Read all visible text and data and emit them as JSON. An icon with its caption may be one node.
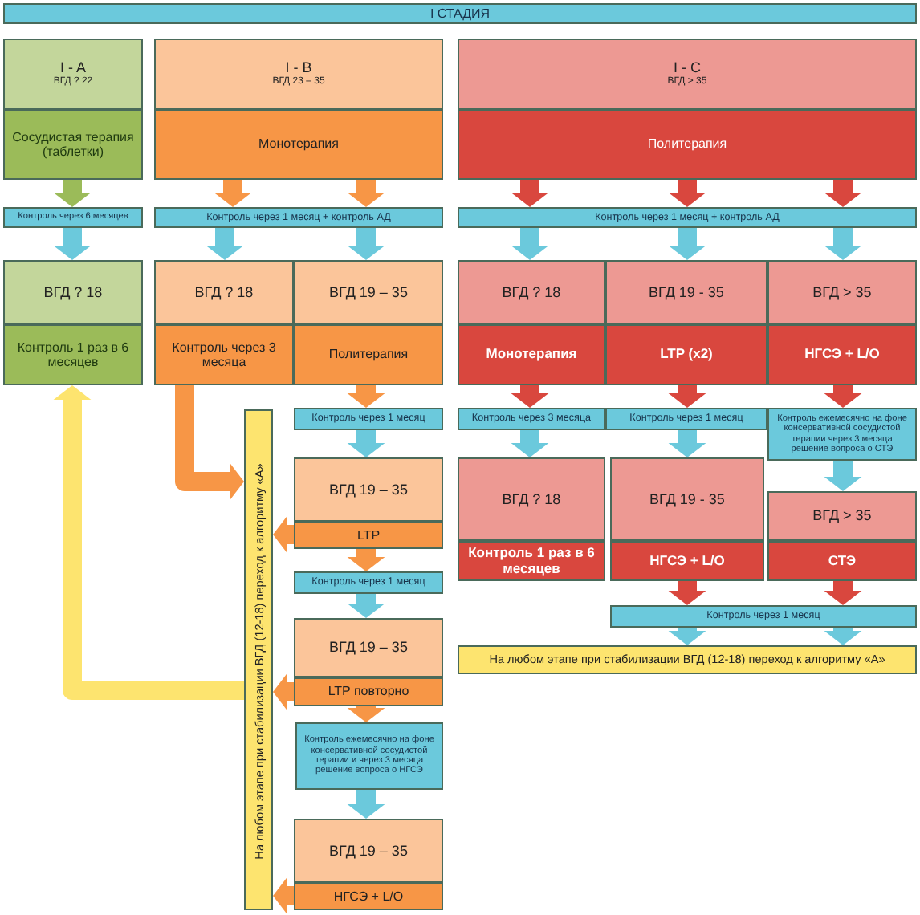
{
  "diagram": {
    "nodes": [
      {
        "text": [
          "I СТАДИЯ"
        ]
      },
      {
        "text": [
          "I - A",
          "ВГД ? 22"
        ]
      },
      {
        "text": [
          "Сосудистая терапия (таблетки)"
        ]
      },
      {
        "text": [
          "I - B",
          "ВГД 23 – 35"
        ]
      },
      {
        "text": [
          "Монотерапия"
        ]
      },
      {
        "text": [
          "I - C",
          "ВГД > 35"
        ]
      },
      {
        "text": [
          "Политерапия"
        ]
      },
      {
        "text": [
          "Контроль через 6 месяцев"
        ]
      },
      {
        "text": [
          "Контроль через 1 месяц + контроль АД"
        ]
      },
      {
        "text": [
          "Контроль через 1 месяц + контроль АД"
        ]
      },
      {
        "text": [
          "ВГД ? 18"
        ]
      },
      {
        "text": [
          "Контроль 1 раз в 6 месяцев"
        ]
      },
      {
        "text": [
          "ВГД ? 18"
        ]
      },
      {
        "text": [
          "Контроль через 3 месяца"
        ]
      },
      {
        "text": [
          "ВГД 19 – 35"
        ]
      },
      {
        "text": [
          "Политерапия"
        ]
      },
      {
        "text": [
          "ВГД ? 18"
        ]
      },
      {
        "text": [
          "Монотерапия"
        ]
      },
      {
        "text": [
          "ВГД 19 - 35"
        ]
      },
      {
        "text": [
          "LTP (x2)"
        ]
      },
      {
        "text": [
          "ВГД > 35"
        ]
      },
      {
        "text": [
          "НГСЭ + L/O"
        ]
      },
      {
        "text": [
          "На любом этапе при стабилизации ВГД (12-18) переход к алгоритму «А»"
        ]
      },
      {
        "text": [
          "Контроль через 1 месяц"
        ]
      },
      {
        "text": [
          "ВГД 19 – 35"
        ]
      },
      {
        "text": [
          "LTP"
        ]
      },
      {
        "text": [
          "Контроль через 1 месяц"
        ]
      },
      {
        "text": [
          "ВГД 19 – 35"
        ]
      },
      {
        "text": [
          "LTP повторно"
        ]
      },
      {
        "text": [
          "Контроль ежемесячно на фоне консервативной сосудистой терапии и через 3 месяца решение вопроса о НГСЭ"
        ]
      },
      {
        "text": [
          "ВГД 19 – 35"
        ]
      },
      {
        "text": [
          "НГСЭ + L/O"
        ]
      },
      {
        "text": [
          "Контроль через 3 месяца"
        ]
      },
      {
        "text": [
          "Контроль через 1 месяц"
        ]
      },
      {
        "text": [
          "Контроль ежемесячно на фоне консервативной сосудистой терапии через 3 месяца решение вопроса о СТЭ"
        ]
      },
      {
        "text": [
          "ВГД ? 18"
        ]
      },
      {
        "text": [
          "Контроль 1 раз в 6 месяцев"
        ]
      },
      {
        "text": [
          "ВГД 19 - 35"
        ]
      },
      {
        "text": [
          "НГСЭ + L/O"
        ]
      },
      {
        "text": [
          "ВГД > 35"
        ]
      },
      {
        "text": [
          "СТЭ"
        ]
      },
      {
        "text": [
          "Контроль через 1 месяц"
        ]
      },
      {
        "text": [
          "На любом этапе при стабилизации ВГД (12-18) переход к алгоритму «А»"
        ]
      }
    ],
    "edges": [
      {
        "from": 2,
        "to": 7,
        "arrow": "to",
        "color": "#9bbb59"
      },
      {
        "from": 7,
        "to": 10,
        "arrow": "to"
      },
      {
        "from": 4,
        "to": 8,
        "arrow": "to",
        "color": "#f79646"
      },
      {
        "from": 4,
        "to": 8,
        "arrow": "to",
        "color": "#f79646"
      },
      {
        "from": 8,
        "to": 12,
        "arrow": "to"
      },
      {
        "from": 8,
        "to": 14,
        "arrow": "to"
      },
      {
        "from": 6,
        "to": 9,
        "arrow": "to",
        "color": "#d9473e"
      },
      {
        "from": 6,
        "to": 9,
        "arrow": "to",
        "color": "#d9473e"
      },
      {
        "from": 6,
        "to": 9,
        "arrow": "to",
        "color": "#d9473e"
      },
      {
        "from": 9,
        "to": 16,
        "arrow": "to"
      },
      {
        "from": 9,
        "to": 18,
        "arrow": "to"
      },
      {
        "from": 9,
        "to": 20,
        "arrow": "to"
      },
      {
        "from": 15,
        "to": 23,
        "arrow": "to",
        "color": "#f79646"
      },
      {
        "from": 23,
        "to": 24,
        "arrow": "to"
      },
      {
        "from": 25,
        "to": 26,
        "arrow": "to",
        "color": "#f79646"
      },
      {
        "from": 26,
        "to": 27,
        "arrow": "to"
      },
      {
        "from": 28,
        "to": 29,
        "arrow": "to",
        "color": "#f79646"
      },
      {
        "from": 29,
        "to": 30,
        "arrow": "to"
      },
      {
        "from": 17,
        "to": 32,
        "arrow": "to",
        "color": "#d9473e"
      },
      {
        "from": 32,
        "to": 35,
        "arrow": "to"
      },
      {
        "from": 19,
        "to": 33,
        "arrow": "to",
        "color": "#d9473e"
      },
      {
        "from": 33,
        "to": 37,
        "arrow": "to"
      },
      {
        "from": 21,
        "to": 34,
        "arrow": "to",
        "color": "#d9473e"
      },
      {
        "from": 34,
        "to": 39,
        "arrow": "to"
      },
      {
        "from": 38,
        "to": 41,
        "arrow": "to",
        "color": "#d9473e"
      },
      {
        "from": 40,
        "to": 41,
        "arrow": "to",
        "color": "#d9473e"
      },
      {
        "from": 41,
        "to": 42,
        "arrow": "to"
      },
      {
        "from": 41,
        "to": 42,
        "arrow": "to"
      },
      {
        "from": 13,
        "to": 22,
        "arrow": "to",
        "color": "#f79646"
      },
      {
        "from": 25,
        "to": 22,
        "arrow": "to",
        "color": "#f79646"
      },
      {
        "from": 28,
        "to": 22,
        "arrow": "to",
        "color": "#f79646"
      },
      {
        "from": 31,
        "to": 22,
        "arrow": "to",
        "color": "#f79646"
      },
      {
        "from": 22,
        "to": 11,
        "arrow": "to",
        "color": "#fde46f"
      }
    ]
  }
}
